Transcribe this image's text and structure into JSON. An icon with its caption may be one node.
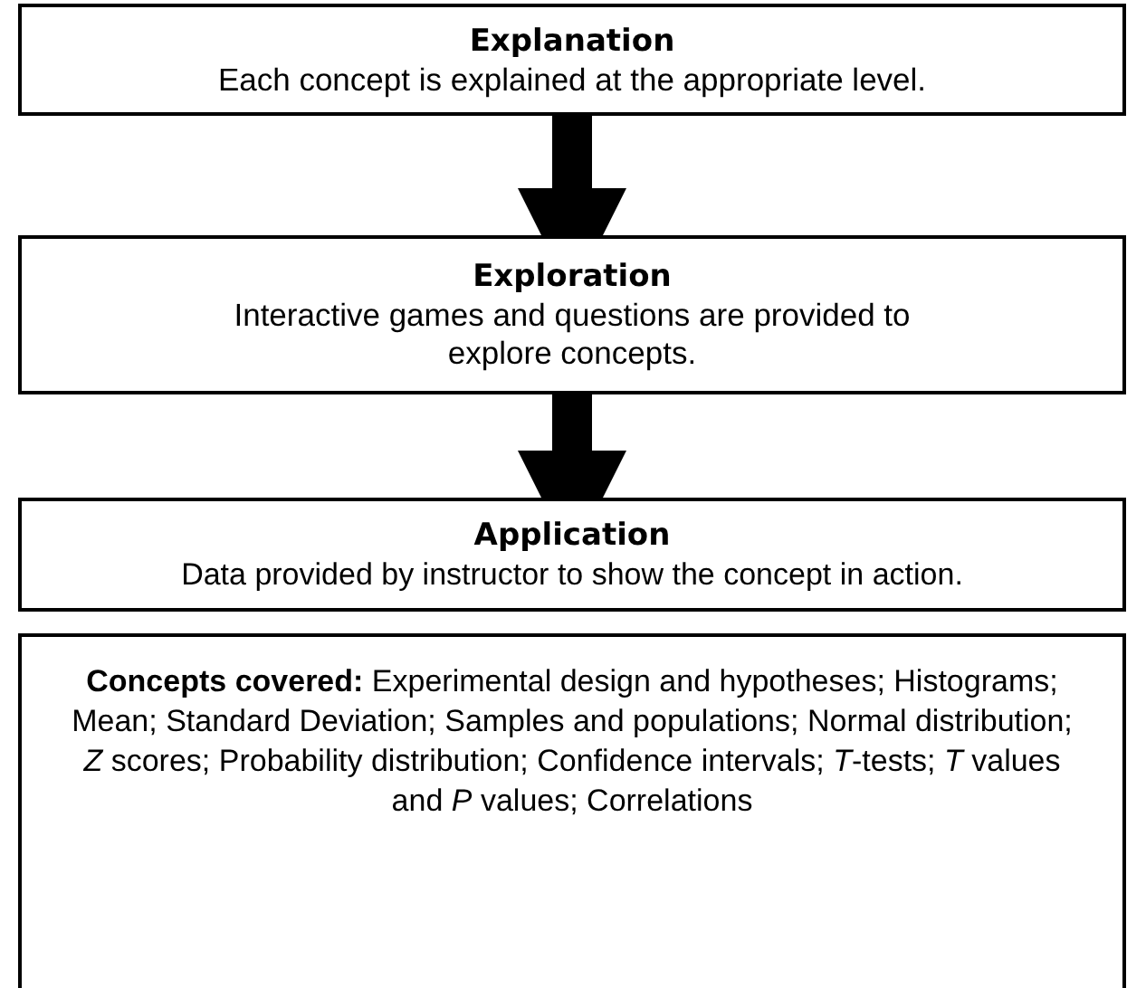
{
  "diagram": {
    "nodes": [
      {
        "text": [
          "Explanation",
          "Each concept is explained at the appropriate level."
        ]
      },
      {
        "text": [
          "Exploration",
          "Interactive games and questions are provided to explore concepts."
        ]
      },
      {
        "text": [
          "Application",
          "Data provided by instructor to show the concept in action."
        ]
      },
      {
        "text": [
          "**Concepts covered:** Experimental design and hypotheses; Histograms; Mean; Standard Deviation; Samples and populations; Normal distribution; *Z* scores; Probability distribution; Confidence intervals; *T*-tests; *T* values and *P* values; Correlations"
        ]
      }
    ],
    "edges": [
      {
        "from": 0,
        "to": 1,
        "arrow": "to"
      },
      {
        "from": 1,
        "to": 2,
        "arrow": "to"
      }
    ]
  }
}
